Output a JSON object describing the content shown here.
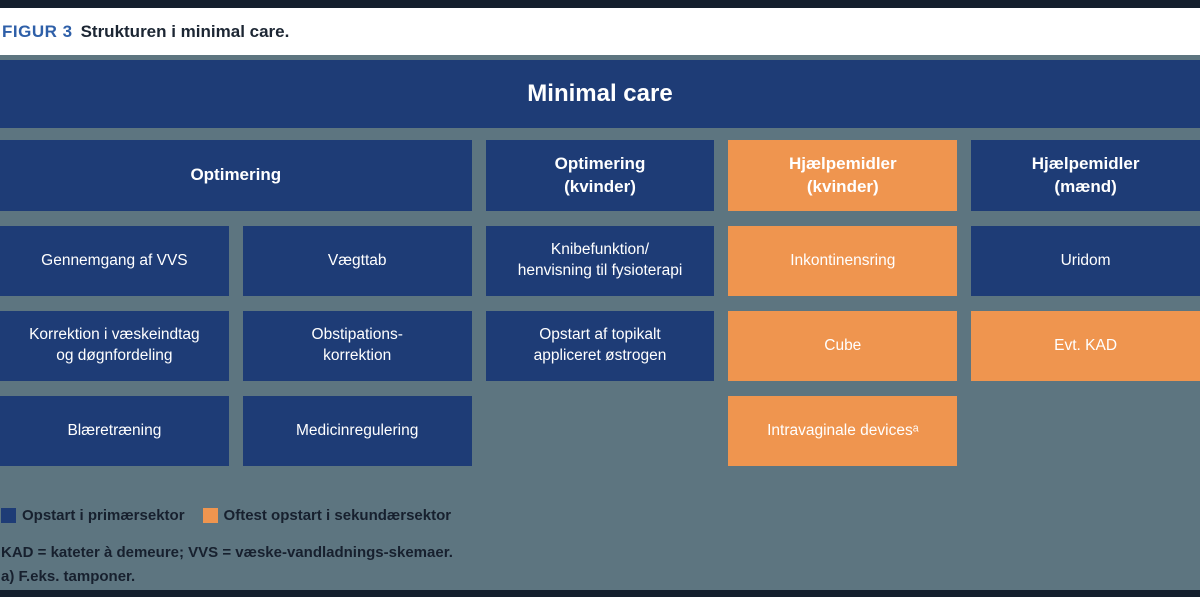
{
  "caption": {
    "label": "FIGUR 3",
    "title": "Strukturen i minimal care."
  },
  "banner": {
    "title": "Minimal care"
  },
  "colors": {
    "navy": "#1e3c76",
    "orange": "#ef954f",
    "background": "#5d7580",
    "border_bars": "#141f2d",
    "caption_label_blue": "#2e5fa8",
    "text_dark": "#17202e",
    "box_text": "#ffffff"
  },
  "headers": [
    {
      "label": "Optimering",
      "color": "navy",
      "span": 2
    },
    {
      "label": "Optimering\n(kvinder)",
      "color": "navy",
      "span": 1
    },
    {
      "label": "Hjælpemidler\n(kvinder)",
      "color": "orange",
      "span": 1
    },
    {
      "label": "Hjælpemidler\n(mænd)",
      "color": "navy",
      "span": 1
    }
  ],
  "rows": [
    [
      {
        "label": "Gennemgang af VVS",
        "color": "navy"
      },
      {
        "label": "Vægttab",
        "color": "navy"
      },
      {
        "label": "Knibefunktion/\nhenvisning til fysioterapi",
        "color": "navy"
      },
      {
        "label": "Inkontinensring",
        "color": "orange"
      },
      {
        "label": "Uridom",
        "color": "navy"
      }
    ],
    [
      {
        "label": "Korrektion i væskeindtag\nog døgnfordeling",
        "color": "navy"
      },
      {
        "label": "Obstipations-\nkorrektion",
        "color": "navy"
      },
      {
        "label": "Opstart af topikalt\nappliceret østrogen",
        "color": "navy"
      },
      {
        "label": "Cube",
        "color": "orange"
      },
      {
        "label": "Evt. KAD",
        "color": "orange"
      }
    ],
    [
      {
        "label": "Blæretræning",
        "color": "navy"
      },
      {
        "label": "Medicinregulering",
        "color": "navy"
      },
      {
        "label": "",
        "color": "none"
      },
      {
        "label": "Intravaginale devicesᵃ",
        "color": "orange"
      },
      {
        "label": "",
        "color": "none"
      }
    ]
  ],
  "legend": [
    {
      "label": "Opstart i primærsektor",
      "color": "navy"
    },
    {
      "label": "Oftest opstart i sekundærsektor",
      "color": "orange"
    }
  ],
  "footnotes": [
    "KAD = kateter à demeure; VVS = væske-vandladnings-skemaer.",
    "a) F.eks. tamponer."
  ]
}
